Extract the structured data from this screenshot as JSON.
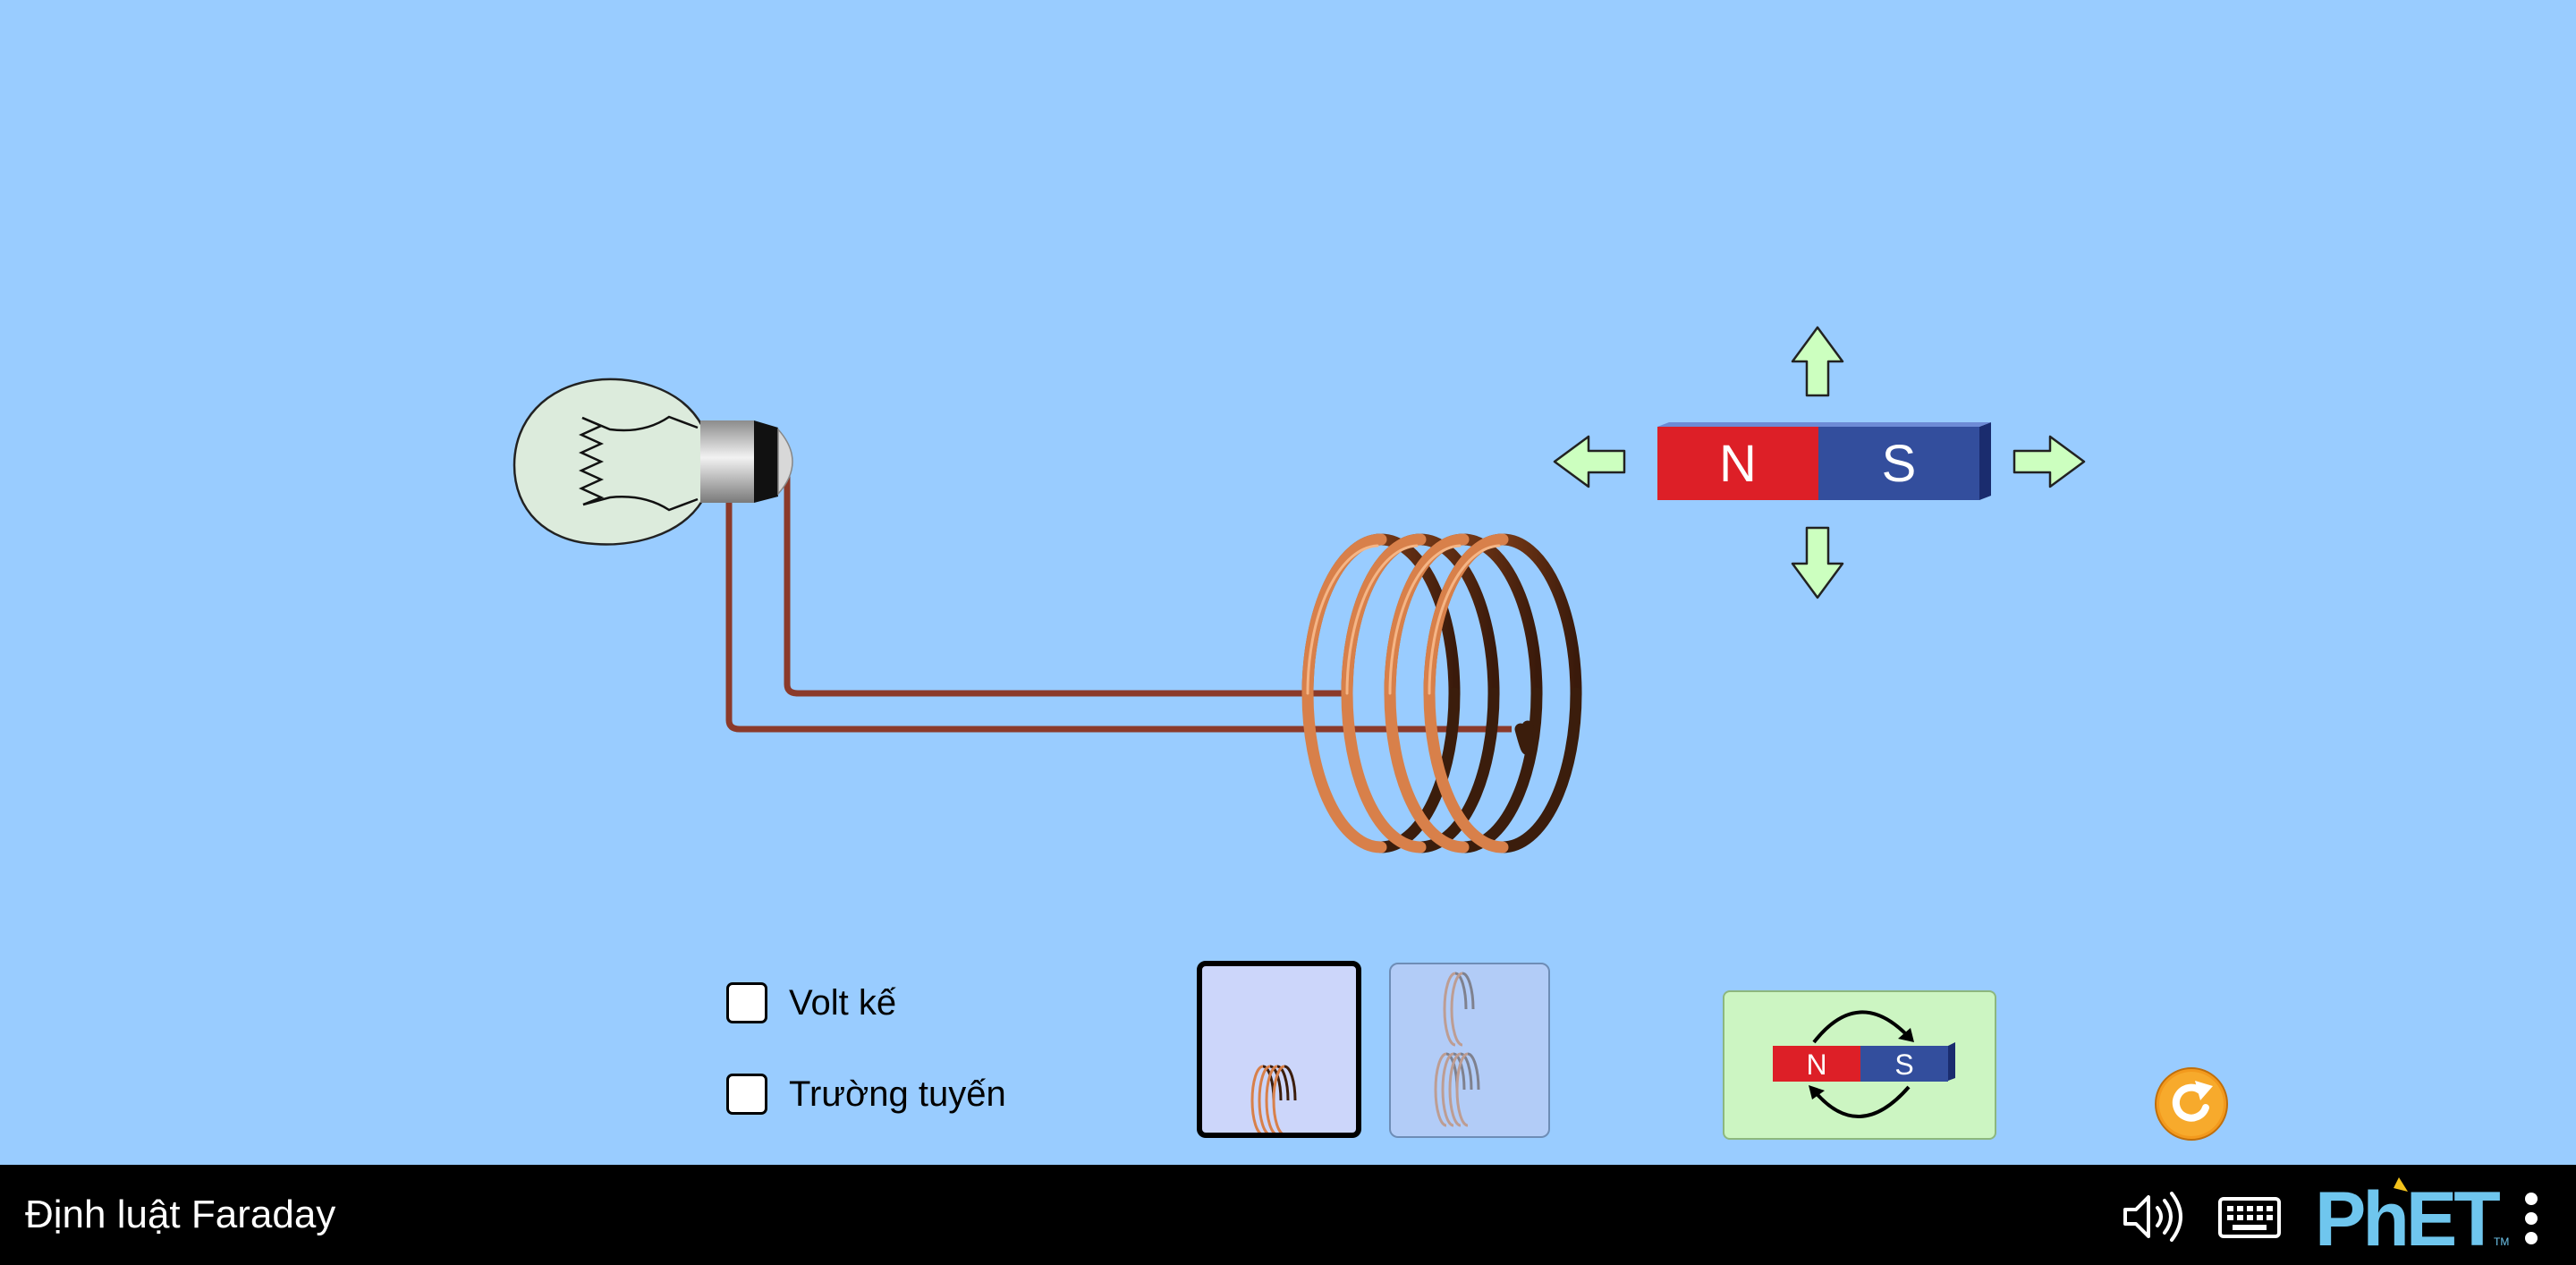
{
  "sim": {
    "title": "Định luật Faraday"
  },
  "magnet": {
    "north_label": "N",
    "south_label": "S",
    "north_color": "#dd1f27",
    "south_color": "#334e9d"
  },
  "controls": {
    "voltmeter_label": "Volt kế",
    "voltmeter_checked": false,
    "field_lines_label": "Trường tuyến",
    "field_lines_checked": false,
    "coil_options": [
      "one-coil",
      "two-coils"
    ],
    "selected_coil": "one-coil",
    "flip_magnet": {
      "north_label": "N",
      "south_label": "S"
    }
  },
  "navbar": {
    "icons": [
      "sound-on-icon",
      "keyboard-icon",
      "phet-logo",
      "more-menu-icon"
    ],
    "logo_text": "PhET",
    "logo_tm": "TM"
  },
  "colors": {
    "background": "#99ccff",
    "copper": "#d8804a",
    "wire": "#8b3a2a",
    "arrow_fill": "#ccffbf",
    "reset": "#f39a1d",
    "phet_blue": "#6fc6ee"
  }
}
